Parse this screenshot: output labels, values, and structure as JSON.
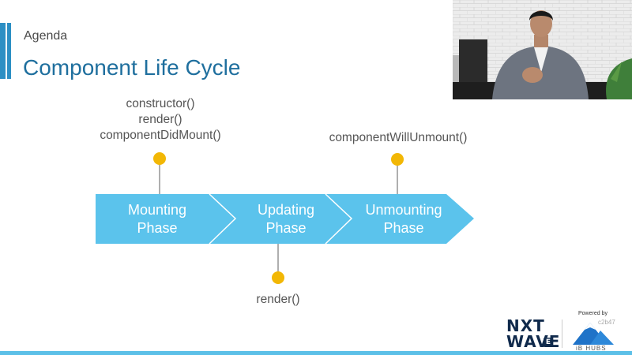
{
  "slide": {
    "section": "Agenda",
    "title": "Component Life Cycle"
  },
  "timeline": {
    "phases": [
      {
        "line1": "Mounting",
        "line2": "Phase"
      },
      {
        "line1": "Updating",
        "line2": "Phase"
      },
      {
        "line1": "Unmounting",
        "line2": "Phase"
      }
    ],
    "mounting_methods": [
      "constructor()",
      "render()",
      "componentDidMount()"
    ],
    "updating_methods": [
      "render()"
    ],
    "unmounting_methods": [
      "componentWillUnmount()"
    ]
  },
  "branding": {
    "logo_text_top": "NXT",
    "logo_text_bottom": "WAVE",
    "logo_badge_letter": "E",
    "powered_by": "Powered by",
    "partner": "iB HUBS",
    "session_code": "c2b47"
  },
  "colors": {
    "arrow_fill": "#5bc3ec",
    "arrow_separator": "#ffffff",
    "connector_dot": "#f2b705",
    "connector_line": "#7a7a7a",
    "title_blue": "#1f6f9e",
    "footer_line": "#5cc0e8",
    "logo_navy": "#102a4c"
  }
}
